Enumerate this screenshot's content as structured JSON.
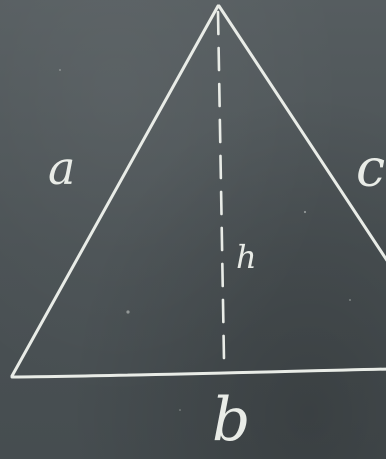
{
  "diagram": {
    "labels": {
      "side_left": "a",
      "side_right": "c",
      "base": "b",
      "height": "h"
    },
    "colors": {
      "board": "#4d5457",
      "chalk": "#e9ece7"
    }
  }
}
